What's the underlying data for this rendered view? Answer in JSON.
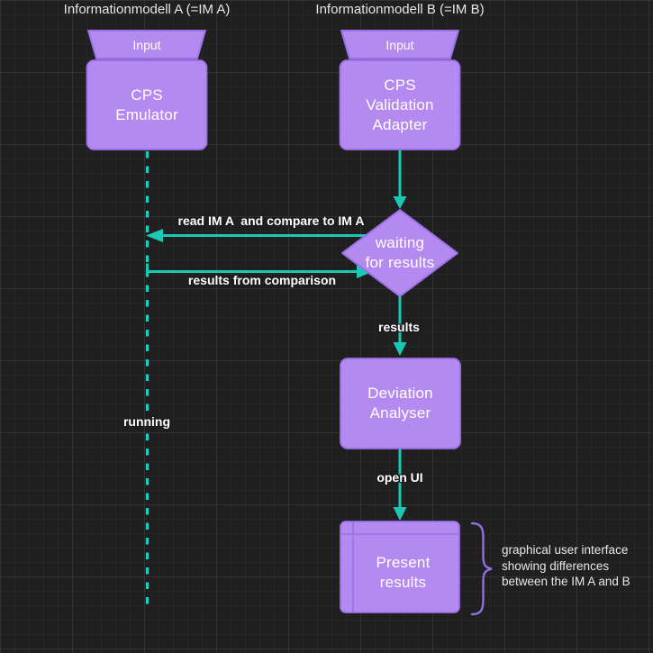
{
  "titles": {
    "left": "Informationmodell A (=IM A)",
    "right": "Informationmodell B (=IM B)"
  },
  "nodes": {
    "input_a": "Input",
    "input_b": "Input",
    "cps_emulator": "CPS\nEmulator",
    "cps_validation_adapter": "CPS\nValidation\nAdapter",
    "waiting_for_results": "waiting\nfor results",
    "deviation_analyser": "Deviation\nAnalyser",
    "present_results": "Present\nresults"
  },
  "edge_labels": {
    "read_compare": "read IM A  and compare to IM A",
    "results_from_comparison": "results from comparison",
    "results": "results",
    "open_ui": "open UI",
    "running": "running"
  },
  "annotation": "graphical user interface\nshowing differences\nbetween the IM A and B",
  "colors": {
    "background": "#1f1f20",
    "node_fill": "#b48af0",
    "node_border": "#9a70e4",
    "connector": "#1bc8b4",
    "brace": "#8f6ee0",
    "title_text": "#e6e6e6",
    "node_text": "#ffffff"
  }
}
